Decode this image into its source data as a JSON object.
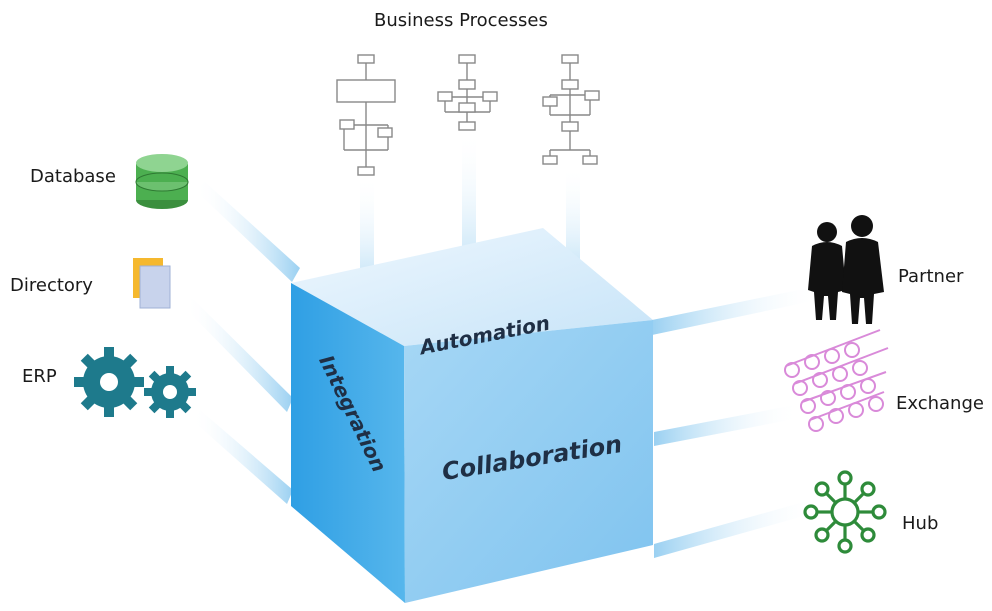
{
  "title": "Business Processes",
  "cube": {
    "top_label": "Automation",
    "left_label": "Integration",
    "front_label": "Collaboration",
    "colors": {
      "top": "#d6ecfb",
      "left": "#3ba7e6",
      "front": "#8fccf2"
    }
  },
  "left_systems": [
    {
      "label": "Database",
      "icon": "database-icon",
      "color": "#4caf50"
    },
    {
      "label": "Directory",
      "icon": "directory-icon",
      "color": "#f5b82e"
    },
    {
      "label": "ERP",
      "icon": "gears-icon",
      "color": "#1e7a8c"
    }
  ],
  "right_systems": [
    {
      "label": "Partner",
      "icon": "partner-silhouette-icon",
      "color": "#111111"
    },
    {
      "label": "Exchange",
      "icon": "exchange-mesh-icon",
      "color": "#d98ad9"
    },
    {
      "label": "Hub",
      "icon": "hub-icon",
      "color": "#2e8b3a"
    }
  ],
  "process_icons": [
    "process-flow-icon",
    "process-flow-icon",
    "process-flow-icon"
  ]
}
